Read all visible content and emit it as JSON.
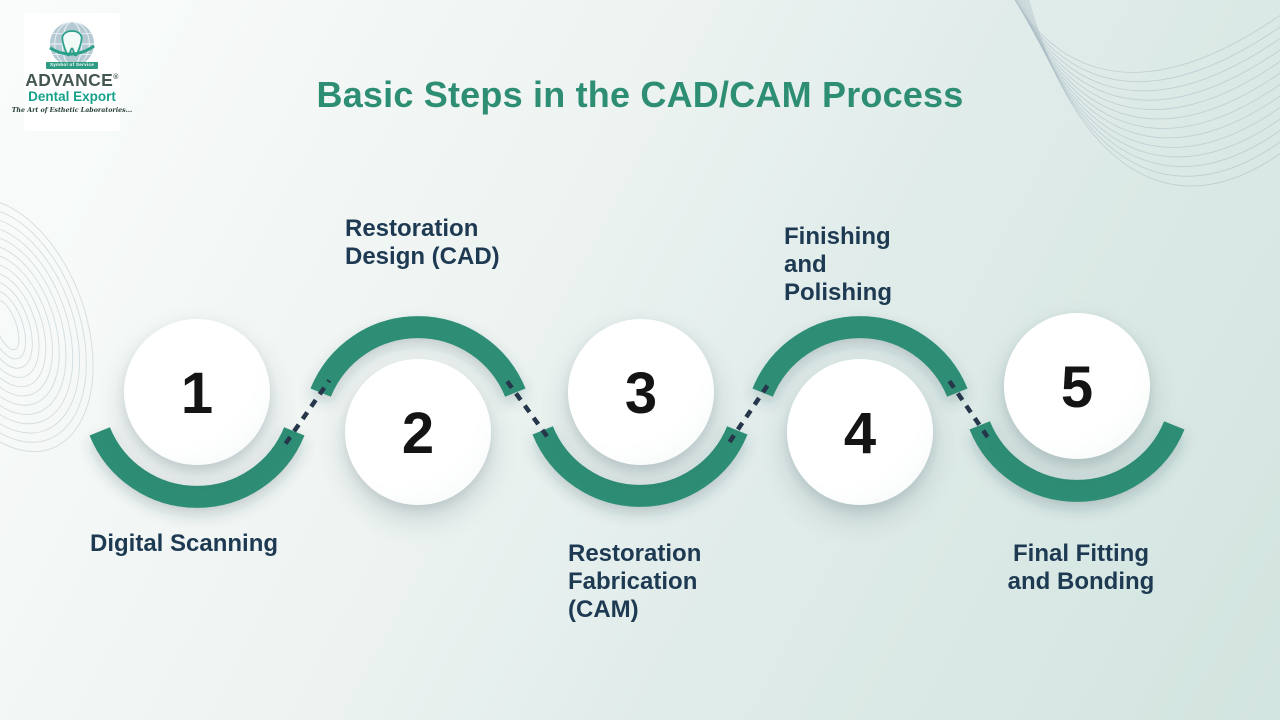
{
  "title": "Basic Steps in the CAD/CAM Process",
  "logo": {
    "brand": "ADVANCE",
    "registered": "®",
    "brand_sub": "Dental Export",
    "ribbon": "Symbol of Service",
    "tagline": "The Art of Esthetic Laboratories..."
  },
  "steps": [
    {
      "number": "1",
      "label": "Digital Scanning",
      "label_lines": [
        "Digital Scanning"
      ],
      "label_position": "below"
    },
    {
      "number": "2",
      "label": "Restoration Design (CAD)",
      "label_lines": [
        "Restoration",
        "Design (CAD)"
      ],
      "label_position": "above"
    },
    {
      "number": "3",
      "label": "Restoration Fabrication (CAM)",
      "label_lines": [
        "Restoration",
        "Fabrication",
        "(CAM)"
      ],
      "label_position": "below"
    },
    {
      "number": "4",
      "label": "Finishing and Polishing",
      "label_lines": [
        "Finishing",
        "and",
        "Polishing"
      ],
      "label_position": "above"
    },
    {
      "number": "5",
      "label": "Final Fitting and Bonding",
      "label_lines": [
        "Final Fitting",
        "and Bonding"
      ],
      "label_position": "below"
    }
  ],
  "colors": {
    "accent_green": "#2e8e74",
    "label_navy": "#1e3a52",
    "connector_navy": "#27374b",
    "number_black": "#141414",
    "background_light": "#fafcfb",
    "background_dark": "#d2e4df"
  }
}
